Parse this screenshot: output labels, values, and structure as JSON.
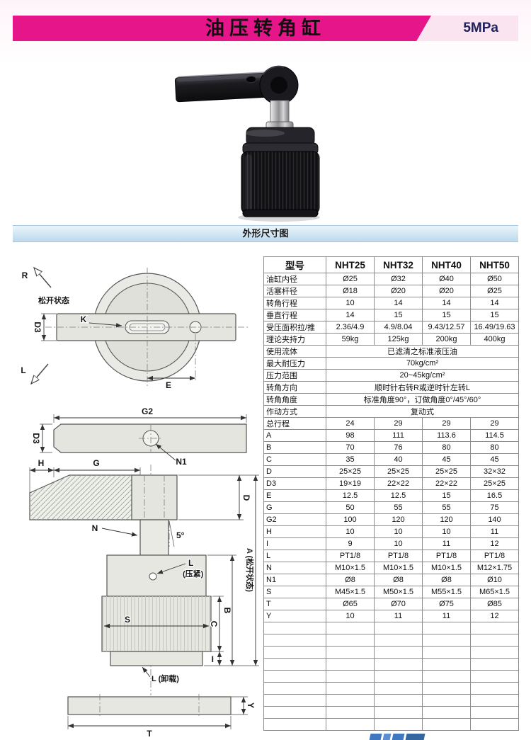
{
  "header": {
    "title": "油压转角缸",
    "pressure": "5MPa"
  },
  "section_title": "外形尺寸图",
  "table": {
    "headers": [
      "型号",
      "NHT25",
      "NHT32",
      "NHT40",
      "NHT50"
    ],
    "rows": [
      {
        "label": "油缸内径",
        "values": [
          "Ø25",
          "Ø32",
          "Ø40",
          "Ø50"
        ]
      },
      {
        "label": "活塞杆径",
        "values": [
          "Ø18",
          "Ø20",
          "Ø20",
          "Ø25"
        ]
      },
      {
        "label": "转角行程",
        "values": [
          "10",
          "14",
          "14",
          "14"
        ]
      },
      {
        "label": "垂直行程",
        "values": [
          "14",
          "15",
          "15",
          "15"
        ]
      },
      {
        "label": "受压面积拉/推",
        "values": [
          "2.36/4.9",
          "4.9/8.04",
          "9.43/12.57",
          "16.49/19.63"
        ]
      },
      {
        "label": "理论夹持力",
        "values": [
          "59kg",
          "125kg",
          "200kg",
          "400kg"
        ]
      },
      {
        "label": "使用流体",
        "span": "已滤清之标准液压油"
      },
      {
        "label": "最大耐压力",
        "span": "70kg/cm²"
      },
      {
        "label": "压力范围",
        "span": "20~45kg/cm²"
      },
      {
        "label": "转角方向",
        "span": "顺时针右转R或逆时针左转L"
      },
      {
        "label": "转角角度",
        "span": "标准角度90°，订做角度0°/45°/60°"
      },
      {
        "label": "作动方式",
        "span": "复动式"
      },
      {
        "label": "总行程",
        "values": [
          "24",
          "29",
          "29",
          "29"
        ]
      },
      {
        "label": "A",
        "values": [
          "98",
          "111",
          "113.6",
          "114.5"
        ]
      },
      {
        "label": "B",
        "values": [
          "70",
          "76",
          "80",
          "80"
        ]
      },
      {
        "label": "C",
        "values": [
          "35",
          "40",
          "45",
          "45"
        ]
      },
      {
        "label": "D",
        "values": [
          "25×25",
          "25×25",
          "25×25",
          "32×32"
        ]
      },
      {
        "label": "D3",
        "values": [
          "19×19",
          "22×22",
          "22×22",
          "25×25"
        ]
      },
      {
        "label": "E",
        "values": [
          "12.5",
          "12.5",
          "15",
          "16.5"
        ]
      },
      {
        "label": "G",
        "values": [
          "50",
          "55",
          "55",
          "75"
        ]
      },
      {
        "label": "G2",
        "values": [
          "100",
          "120",
          "120",
          "140"
        ]
      },
      {
        "label": "H",
        "values": [
          "10",
          "10",
          "10",
          "11"
        ]
      },
      {
        "label": "I",
        "values": [
          "9",
          "10",
          "11",
          "12"
        ]
      },
      {
        "label": "L",
        "values": [
          "PT1/8",
          "PT1/8",
          "PT1/8",
          "PT1/8"
        ]
      },
      {
        "label": "N",
        "values": [
          "M10×1.5",
          "M10×1.5",
          "M10×1.5",
          "M12×1.75"
        ]
      },
      {
        "label": "N1",
        "values": [
          "Ø8",
          "Ø8",
          "Ø8",
          "Ø10"
        ]
      },
      {
        "label": "S",
        "values": [
          "M45×1.5",
          "M50×1.5",
          "M55×1.5",
          "M65×1.5"
        ]
      },
      {
        "label": "T",
        "values": [
          "Ø65",
          "Ø70",
          "Ø75",
          "Ø85"
        ]
      },
      {
        "label": "Y",
        "values": [
          "10",
          "11",
          "11",
          "12"
        ]
      },
      {
        "label": "",
        "values": [
          "",
          "",
          "",
          ""
        ]
      },
      {
        "label": "",
        "values": [
          "",
          "",
          "",
          ""
        ]
      },
      {
        "label": "",
        "values": [
          "",
          "",
          "",
          ""
        ]
      },
      {
        "label": "",
        "values": [
          "",
          "",
          "",
          ""
        ]
      },
      {
        "label": "",
        "values": [
          "",
          "",
          "",
          ""
        ]
      },
      {
        "label": "",
        "values": [
          "",
          "",
          "",
          ""
        ]
      },
      {
        "label": "",
        "values": [
          "",
          "",
          "",
          ""
        ]
      },
      {
        "label": "",
        "values": [
          "",
          "",
          "",
          ""
        ]
      },
      {
        "label": "",
        "values": [
          "",
          "",
          "",
          ""
        ]
      }
    ]
  },
  "drawing": {
    "labels": {
      "r_arrow": "R",
      "release_state": "松开状态",
      "d3_top": "D3",
      "k": "K",
      "l_arrow": "L",
      "e": "E",
      "g2": "G2",
      "d3_mid": "D3",
      "n1": "N1",
      "h": "H",
      "g": "G",
      "d": "D",
      "n": "N",
      "angle": "5°",
      "port_clamp_l": "L",
      "port_clamp": "(压紧)",
      "a_total": "A (松开状态)",
      "b": "B",
      "c": "C",
      "s": "S",
      "i": "I",
      "port_unload": "L (卸载)",
      "y": "Y",
      "t": "T"
    }
  }
}
